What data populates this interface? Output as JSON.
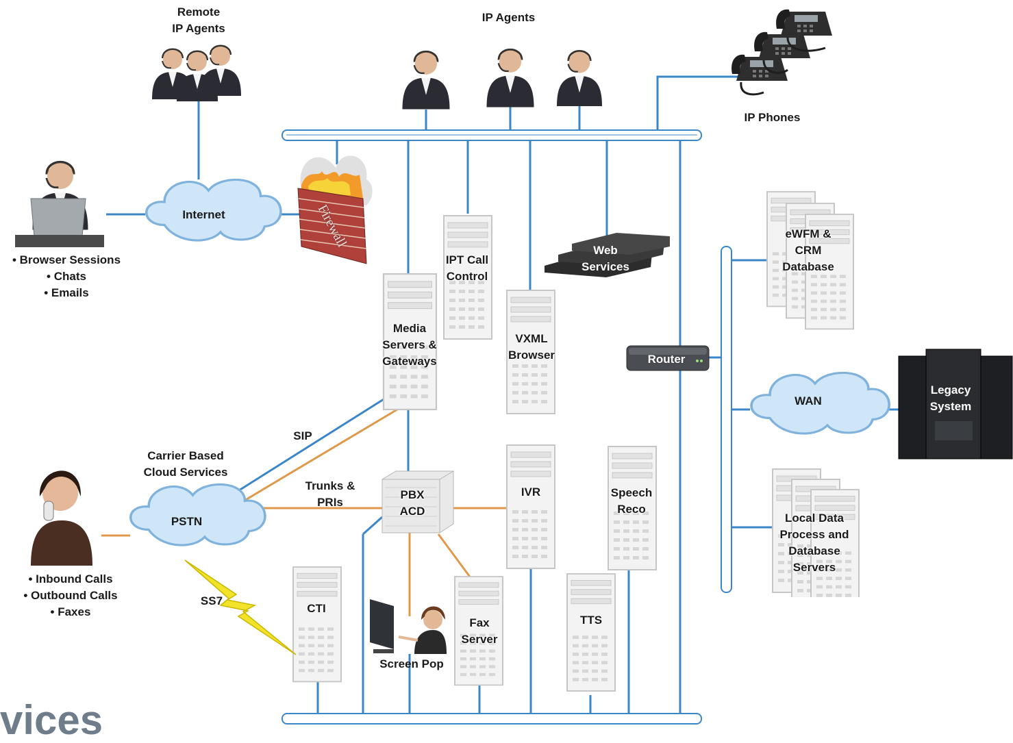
{
  "labels": {
    "remote_ip_agents": "Remote\nIP Agents",
    "ip_agents": "IP Agents",
    "ip_phones": "IP Phones",
    "internet": "Internet",
    "firewall": "Firewall",
    "ipt_call_control": "IPT Call\nControl",
    "web_services": "Web\nServices",
    "ewfm_crm_database": "eWFM &\nCRM\nDatabase",
    "media_servers": "Media\nServers &\nGateways",
    "vxml_browser": "VXML\nBrowser",
    "router": "Router",
    "wan": "WAN",
    "legacy_system": "Legacy\nSystem",
    "sip": "SIP",
    "carrier_cloud": "Carrier Based\nCloud Services",
    "trunks_pris": "Trunks &\nPRIs",
    "pbx_acd": "PBX\nACD",
    "ivr": "IVR",
    "speech_reco": "Speech\nReco",
    "pstn": "PSTN",
    "local_data": "Local Data\nProcess and\nDatabase\nServers",
    "ss7": "SS7",
    "cti": "CTI",
    "fax_server": "Fax\nServer",
    "tts": "TTS",
    "screen_pop": "Screen Pop",
    "watermark": "vices"
  },
  "browser_list": [
    "• Browser Sessions",
    "• Chats",
    "• Emails"
  ],
  "calls_list": [
    "• Inbound Calls",
    "• Outbound Calls",
    "• Faxes"
  ],
  "colors": {
    "network_line": "#3a86c8",
    "trunk_line": "#e0994a",
    "cloud_fill": "#cfe6f8",
    "cloud_stroke": "#7fb2dc",
    "server_fill": "#f3f3f3",
    "server_stroke": "#c4c4c4",
    "firewall_brick": "#b0403a",
    "lightning": "#f2e22a"
  }
}
